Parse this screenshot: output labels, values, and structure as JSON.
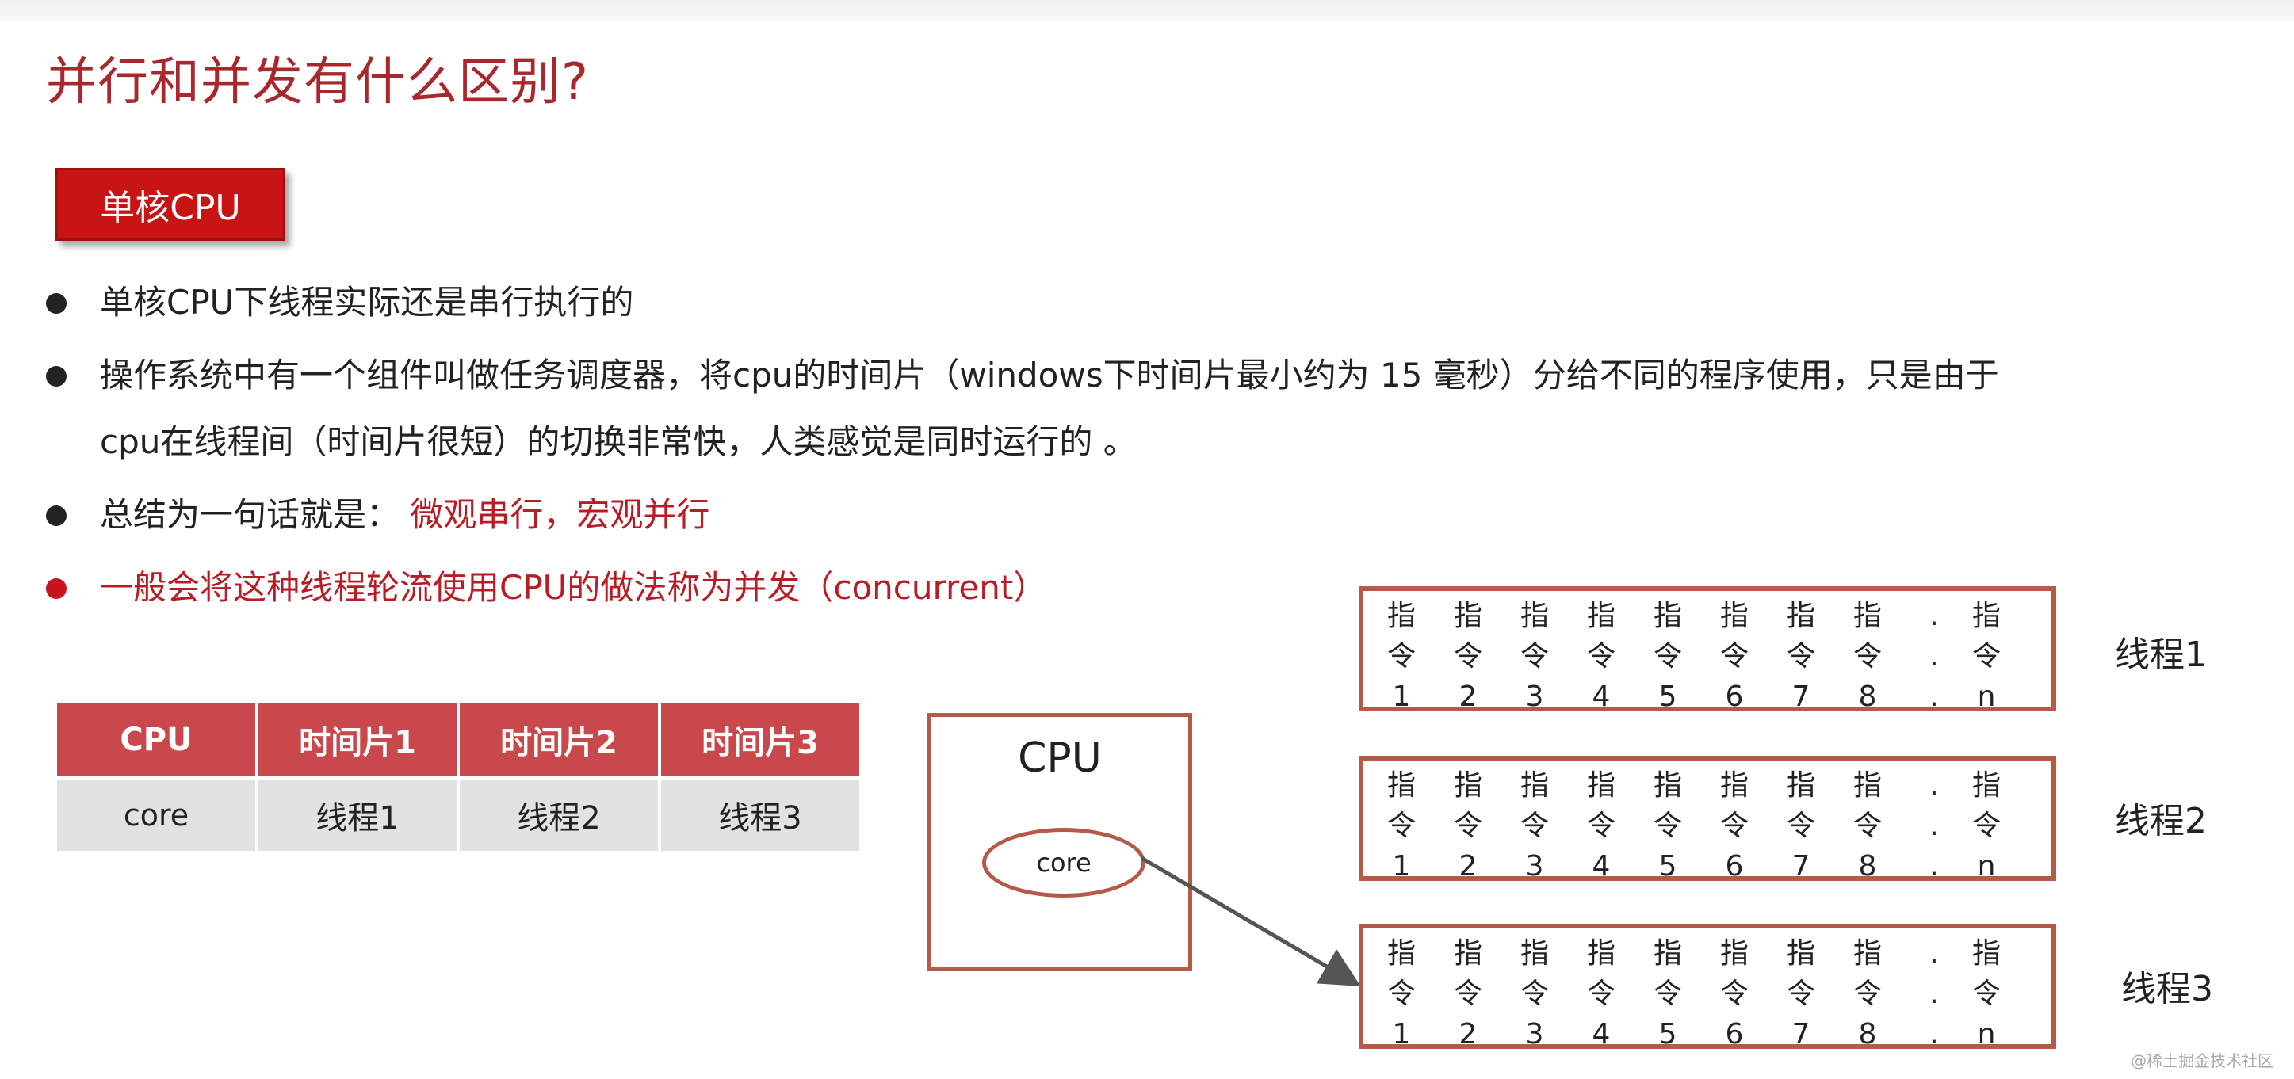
{
  "title": "并行和并发有什么区别?",
  "badge": "单核CPU",
  "bullets": [
    "单核CPU下线程实际还是串行执行的",
    "操作系统中有一个组件叫做任务调度器，将cpu的时间片（windows下时间片最小约为 15 毫秒）分给不同的程序使用，只是由于",
    "cpu在线程间（时间片很短）的切换非常快，人类感觉是同时运行的 。",
    "总结为一句话就是：",
    "微观串行，宏观并行",
    "一般会将这种线程轮流使用CPU的做法称为并发（concurrent）"
  ],
  "table": {
    "headers": [
      "CPU",
      "时间片1",
      "时间片2",
      "时间片3"
    ],
    "row": [
      "core",
      "线程1",
      "线程2",
      "线程3"
    ]
  },
  "cpu": {
    "label": "CPU",
    "core": "core"
  },
  "instructions": {
    "top": [
      "指",
      "指",
      "指",
      "指",
      "指",
      "指",
      "指",
      "指",
      ".",
      "指"
    ],
    "mid": [
      "令",
      "令",
      "令",
      "令",
      "令",
      "令",
      "令",
      "令",
      ".",
      "令"
    ],
    "bottom": [
      "1",
      "2",
      "3",
      "4",
      "5",
      "6",
      "7",
      "8",
      ".",
      "n"
    ]
  },
  "threads": [
    "线程1",
    "线程2",
    "线程3"
  ],
  "watermark": "@稀土掘金技术社区"
}
